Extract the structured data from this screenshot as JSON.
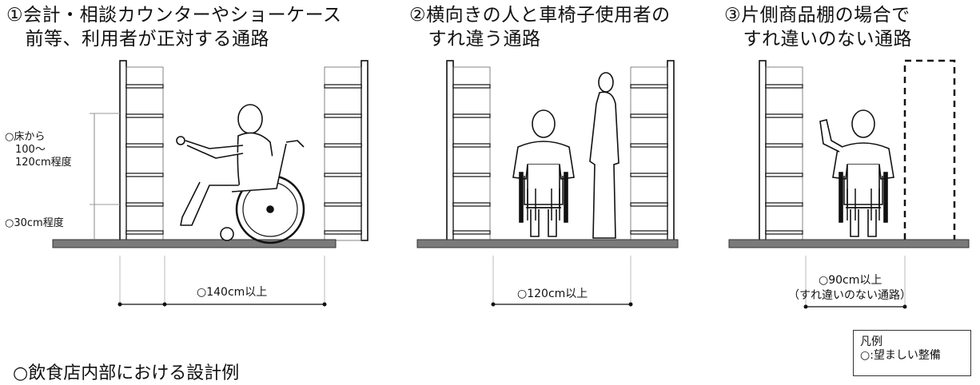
{
  "titles": {
    "scenario_1": "①会計・相談カウンターやショーケース\n　前等、利用者が正対する通路",
    "scenario_2": "②横向きの人と車椅子使用者の\n　すれ違う通路",
    "scenario_3": "③片側商品棚の場合で\n　すれ違いのない通路"
  },
  "labels": {
    "height_range": "○床から\n　100～\n　120cm程度",
    "height_low": "○30cm程度"
  },
  "dimensions": {
    "width_1": "○140cm以上",
    "width_2": "○120cm以上",
    "width_3_line1": "○90cm以上",
    "width_3_line2": "（すれ違いのない通路）"
  },
  "legend": {
    "title": "凡例",
    "item": "○:望ましい整備"
  },
  "section_heading": "○飲食店内部における設計例"
}
